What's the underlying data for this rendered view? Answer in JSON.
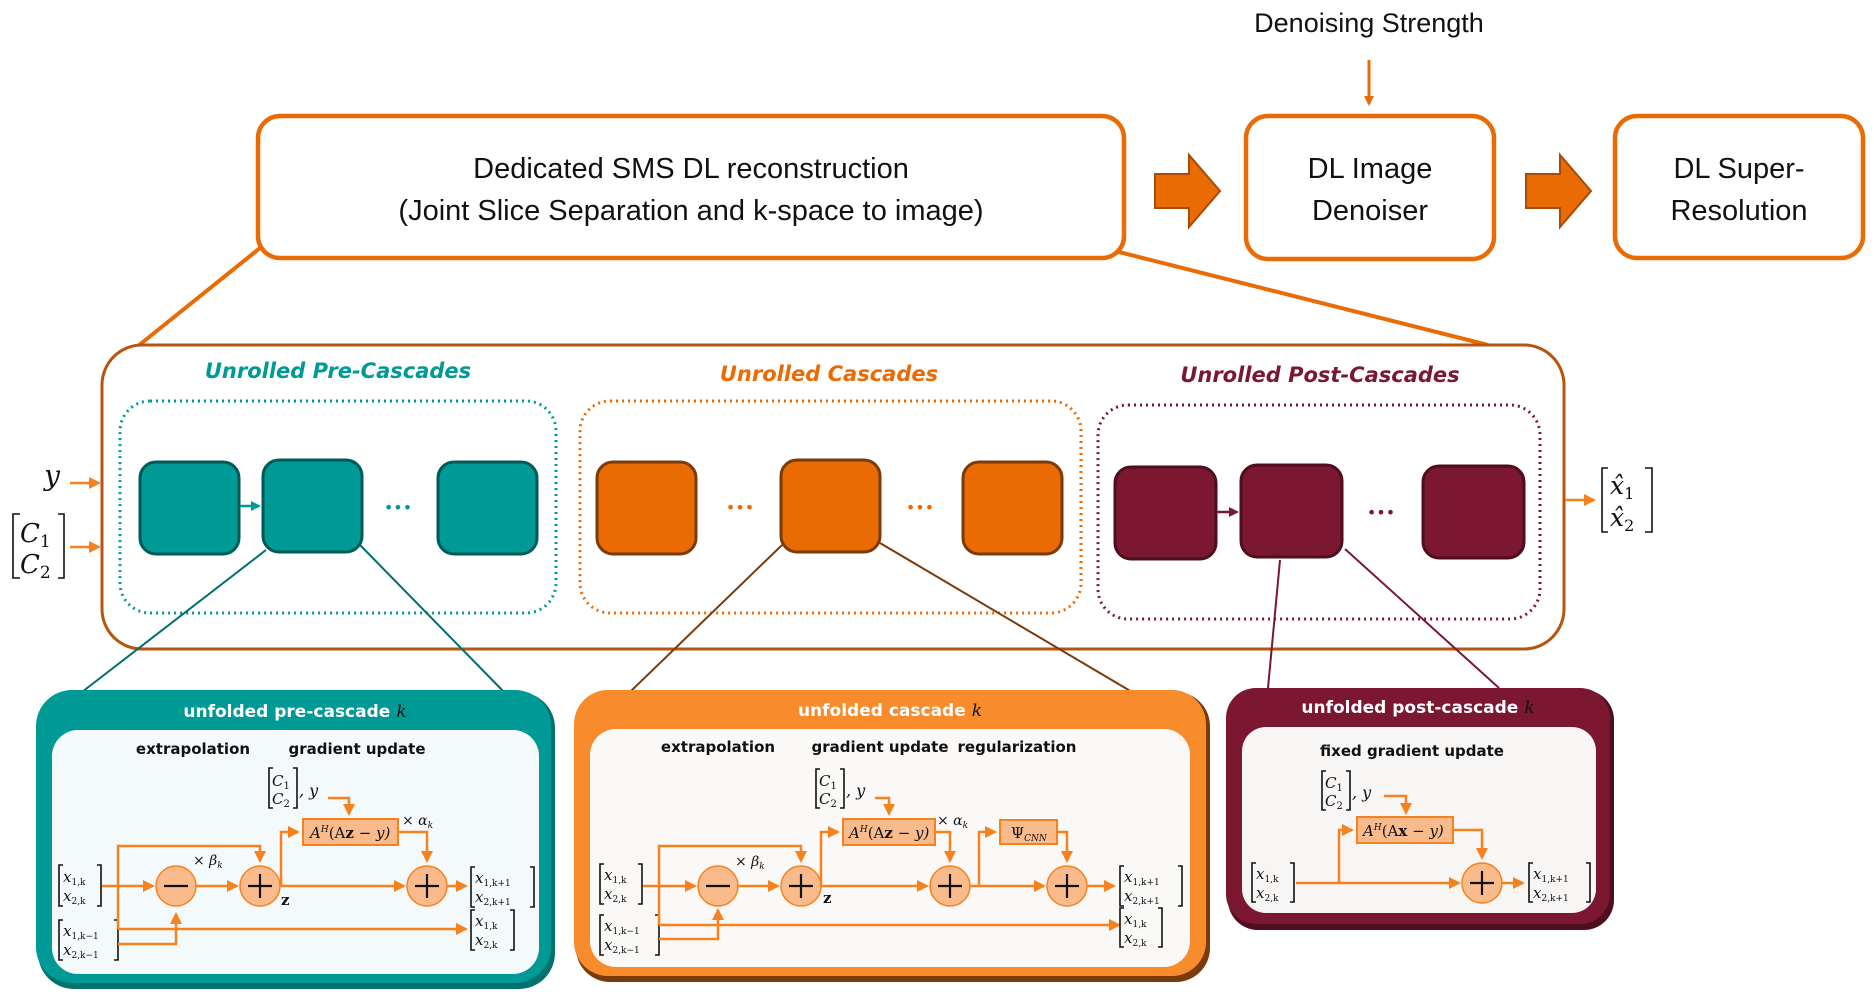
{
  "pipeline": {
    "denoising_strength_label": "Denoising Strength",
    "stages": [
      {
        "line1": "Dedicated SMS DL reconstruction",
        "line2": "(Joint Slice Separation and k-space to image)"
      },
      {
        "line1": "DL Image",
        "line2": "Denoiser"
      },
      {
        "line1": "DL Super-",
        "line2": "Resolution"
      }
    ]
  },
  "unrolled": {
    "inputs": {
      "y": "y",
      "coil_top": "C",
      "coil_top_sub": "1",
      "coil_bottom": "C",
      "coil_bottom_sub": "2"
    },
    "output": {
      "top": "x̂",
      "top_sub": "1",
      "bottom": "x̂",
      "bottom_sub": "2"
    },
    "groups": [
      {
        "title": "Unrolled Pre-Cascades",
        "color": "#009a96",
        "ellipsis": "•••"
      },
      {
        "title": "Unrolled Cascades",
        "color": "#ea6a04",
        "ellipsis": "•••"
      },
      {
        "title": "Unrolled Post-Cascades",
        "color": "#7b1730",
        "ellipsis": "•••"
      }
    ]
  },
  "colors": {
    "teal": "#009a96",
    "teal_dark": "#005a58",
    "orange": "#ea6a04",
    "orange_light": "#f88b2c",
    "orange_dark": "#7a3a0a",
    "maroon": "#7b1730",
    "maroon_dark": "#4e0e1e",
    "flow": "#f5821f",
    "op_fill": "#f9bb8c",
    "frame": "#b5550f"
  },
  "panels": {
    "pre": {
      "title": "unfolded pre-cascade",
      "title_var": "k",
      "sections": [
        "extrapolation",
        "gradient update"
      ],
      "grad_op": "A",
      "grad_op_sup": "H",
      "grad_op_args": "(A",
      "grad_op_bold": "z",
      "grad_op_tail": " − y)",
      "beta": "× β",
      "alpha": "× α",
      "sub_k": "k",
      "z_label": "z",
      "coil_y": ", y"
    },
    "cascade": {
      "title": "unfolded cascade",
      "title_var": "k",
      "sections": [
        "extrapolation",
        "gradient update",
        "regularization"
      ],
      "grad_op": "A",
      "grad_op_sup": "H",
      "grad_op_args": "(A",
      "grad_op_bold": "z",
      "grad_op_tail": " − y)",
      "reg_op": "Ψ",
      "reg_op_sub": "CNN",
      "beta": "× β",
      "alpha": "× α",
      "sub_k": "k",
      "z_label": "z",
      "coil_y": ", y"
    },
    "post": {
      "title": "unfolded post-cascade",
      "title_var": "k",
      "sections": [
        "fixed gradient update"
      ],
      "grad_op": "A",
      "grad_op_sup": "H",
      "grad_op_args": "(A",
      "grad_op_bold": "x",
      "grad_op_tail": " − y)",
      "coil_y": ", y"
    },
    "vectors": {
      "x": "x",
      "sub_1k": "1,k",
      "sub_2k": "2,k",
      "sub_1km1": "1,k−1",
      "sub_2km1": "2,k−1",
      "sub_1kp1": "1,k+1",
      "sub_2kp1": "2,k+1",
      "c": "C",
      "c1": "1",
      "c2": "2"
    }
  }
}
